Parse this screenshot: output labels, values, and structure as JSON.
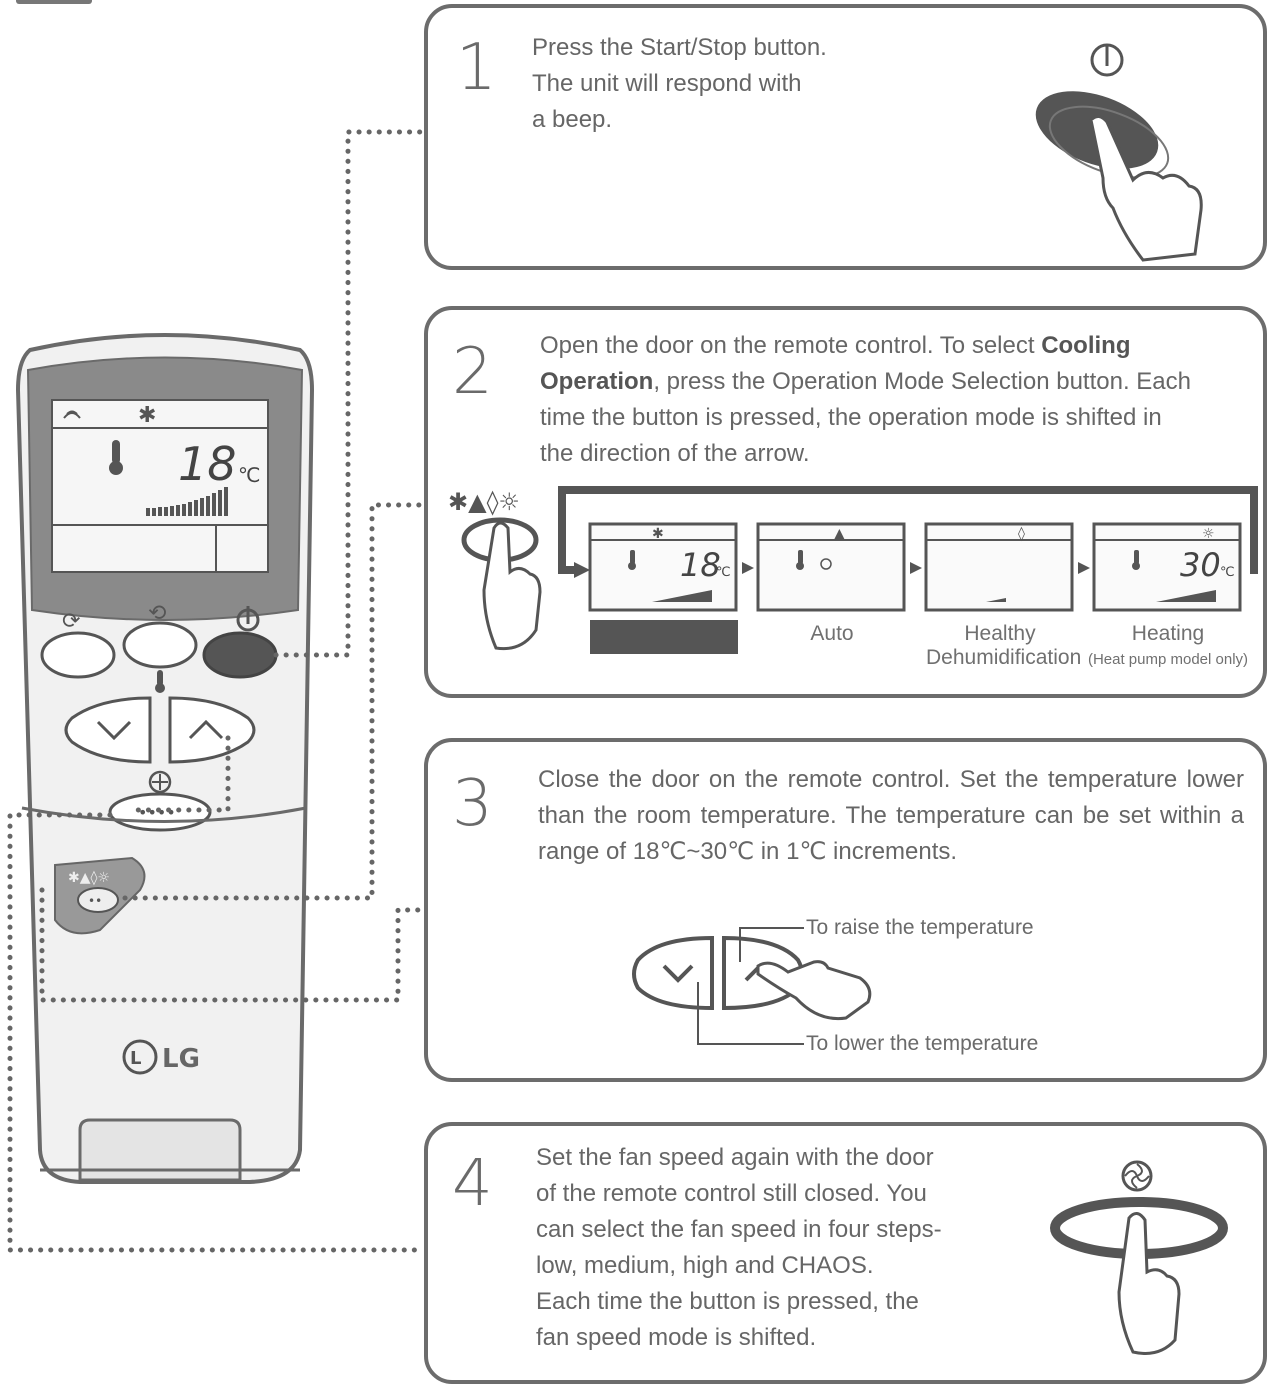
{
  "steps": [
    {
      "number": "1",
      "lines": [
        "Press the Start/Stop button.",
        "The unit will respond with",
        "a beep."
      ]
    },
    {
      "number": "2",
      "segments": [
        {
          "t": "Open the door on the remote control. To select ",
          "b": false
        },
        {
          "t": "Cooling Operation",
          "b": true
        },
        {
          "t": ", press the Operation Mode Selection button. Each time the button is pressed, the operation mode is shifted in the direction of the arrow.",
          "b": false
        }
      ]
    },
    {
      "number": "3",
      "text": "Close the door on the remote control. Set the temperature lower than the room temperature. The temperature can be set within a range of 18℃~30℃ in 1℃ increments."
    },
    {
      "number": "4",
      "lines": [
        "Set the fan speed again with the door",
        "of the remote control still closed. You",
        "can select the fan speed in four steps-",
        "low, medium, high and CHAOS.",
        "Each time the button is pressed, the",
        "fan speed mode is shifted."
      ]
    }
  ],
  "modes": [
    {
      "label": "",
      "note": ""
    },
    {
      "label": "Auto",
      "note": ""
    },
    {
      "label": "Healthy Dehumidification",
      "note": ""
    },
    {
      "label": "Heating",
      "note": "(Heat pump model only)"
    }
  ],
  "mode_displays": {
    "cooling_temp": "18",
    "heating_temp": "30",
    "unit": "℃"
  },
  "remote": {
    "brand": "LG",
    "display_temp": "18",
    "display_unit": "℃"
  },
  "temp_hints": {
    "raise": "To raise the temperature",
    "lower": "To lower the temperature"
  },
  "colors": {
    "panel_border": "#6c6c6c",
    "text": "#666666",
    "dotted_line": "#666666",
    "dark_button": "#555555"
  }
}
